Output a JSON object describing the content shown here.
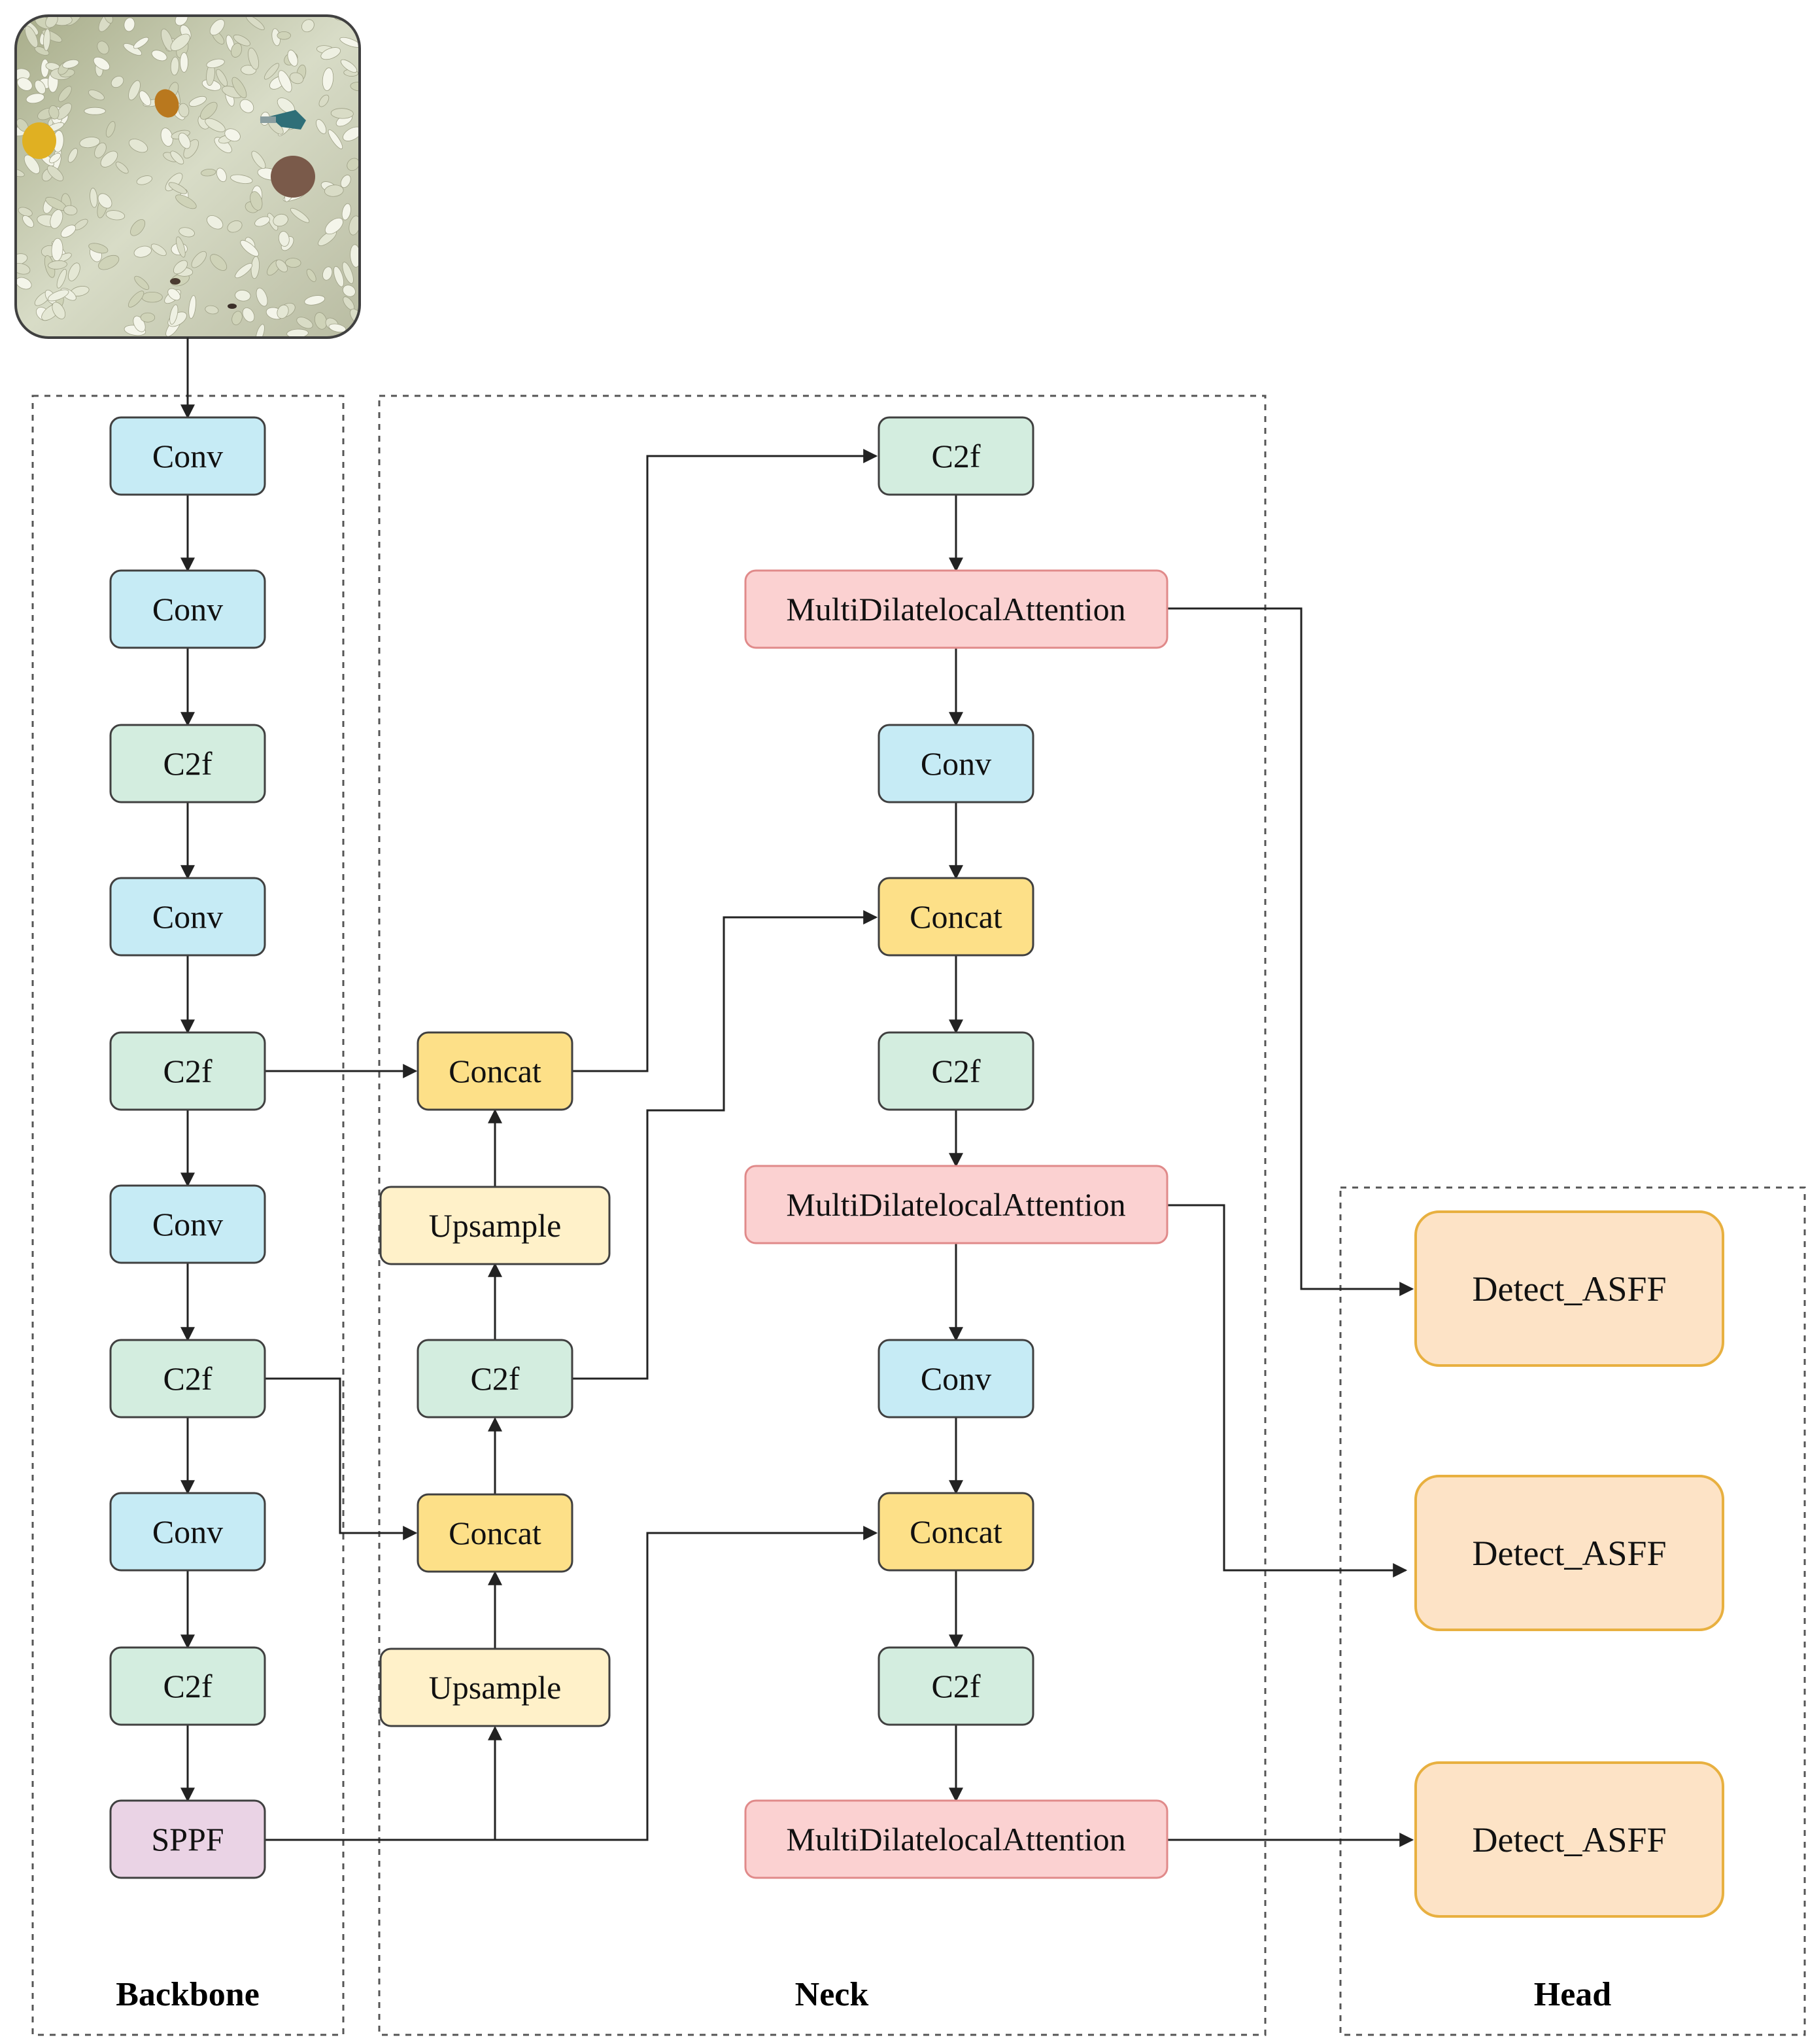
{
  "colors": {
    "conv": "#c6ebf5",
    "c2f": "#d3eddf",
    "concat": "#fde088",
    "upsample": "#fff1c9",
    "attention": "#fbd1d1",
    "sppf": "#ead3e5",
    "detect": "#fde3c6",
    "attention_border": "#e08a8a",
    "detect_border": "#e8b040"
  },
  "sections": {
    "backbone": "Backbone",
    "neck": "Neck",
    "head": "Head"
  },
  "nodes": {
    "b_conv1": "Conv",
    "b_conv2": "Conv",
    "b_c2f1": "C2f",
    "b_conv3": "Conv",
    "b_c2f2": "C2f",
    "b_conv4": "Conv",
    "b_c2f3": "C2f",
    "b_conv5": "Conv",
    "b_c2f4": "C2f",
    "b_sppf": "SPPF",
    "n_concat1": "Concat",
    "n_up1": "Upsample",
    "n_c2f1": "C2f",
    "n_concat2": "Concat",
    "n_up2": "Upsample",
    "r_c2f1": "C2f",
    "r_att1": "MultiDilatelocalAttention",
    "r_conv1": "Conv",
    "r_concat1": "Concat",
    "r_c2f2": "C2f",
    "r_att2": "MultiDilatelocalAttention",
    "r_conv2": "Conv",
    "r_concat2": "Concat",
    "r_c2f3": "C2f",
    "r_att3": "MultiDilatelocalAttention",
    "h_det1": "Detect_ASFF",
    "h_det2": "Detect_ASFF",
    "h_det3": "Detect_ASFF"
  }
}
